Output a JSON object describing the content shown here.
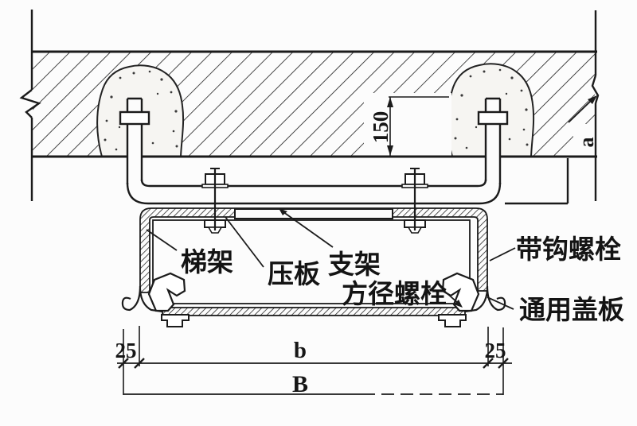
{
  "drawing": {
    "labels": {
      "tray": "梯架",
      "clamp_plate": "压板",
      "bracket": "支架",
      "square_neck_bolt": "方径螺栓",
      "hook_bolt": "带钩螺栓",
      "universal_cover": "通用盖板"
    },
    "dimensions": {
      "embedment_depth": "150",
      "left_edge_offset": "25",
      "right_edge_offset": "25",
      "tray_width": "b",
      "overall_width": "B",
      "slab_ref": "a"
    },
    "colors": {
      "line": "#1b1b1b",
      "background": "#fcfcfc",
      "grout_fill": "#f6f5f2"
    }
  }
}
